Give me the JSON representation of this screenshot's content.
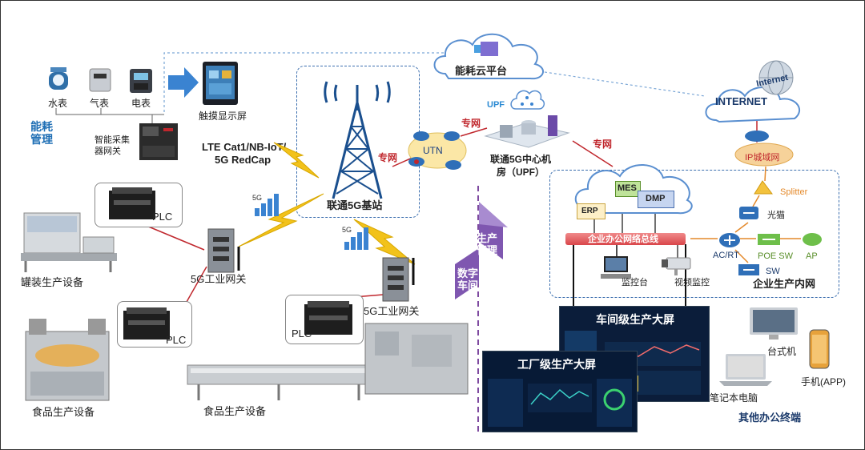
{
  "energy": {
    "title": "能耗管理",
    "water": "水表",
    "gas": "气表",
    "electric": "电表",
    "collector": "智能采集器网关",
    "touchscreen": "触摸显示屏",
    "cloud": "能耗云平台"
  },
  "network": {
    "lte_line1": "LTE Cat1/NB-IoT/",
    "lte_line2": "5G RedCap",
    "base_station": "联通5G基站",
    "utn": "UTN",
    "private1": "专网",
    "private2": "专网",
    "private3": "专网",
    "upf": "UPF",
    "center_line1": "联通5G中心机",
    "center_line2": "房（UPF）",
    "internet": "INTERNET",
    "internet_logo": "Internet",
    "ip_metro": "IP城域网",
    "splitter": "Splitter",
    "modem": "光猫",
    "ap": "AP",
    "poe_sw": "POE SW",
    "ac_rt": "AC/RT",
    "sw": "SW",
    "enterprise_net": "企业生产内网"
  },
  "enterprise": {
    "erp": "ERP",
    "mes": "MES",
    "dmp": "DMP",
    "bus": "企业办公网络总线",
    "monitor_desk": "监控台",
    "video": "视频监控"
  },
  "factory": {
    "plc1": "PLC",
    "plc2": "PLC",
    "plc3": "PLC",
    "gateway1": "5G工业网关",
    "gateway2": "5G工业网关",
    "canning": "罐装生产设备",
    "food1": "食品生产设备",
    "food2": "食品生产设备",
    "signal1": "5G",
    "signal2": "5G",
    "digital_workshop": "数字车间",
    "production_mgmt": "生产管理"
  },
  "screens": {
    "workshop": "车间级生产大屏",
    "factory": "工厂级生产大屏"
  },
  "terminals": {
    "desktop": "台式机",
    "laptop": "笔记本电脑",
    "phone": "手机(APP)",
    "title": "其他办公终端"
  }
}
